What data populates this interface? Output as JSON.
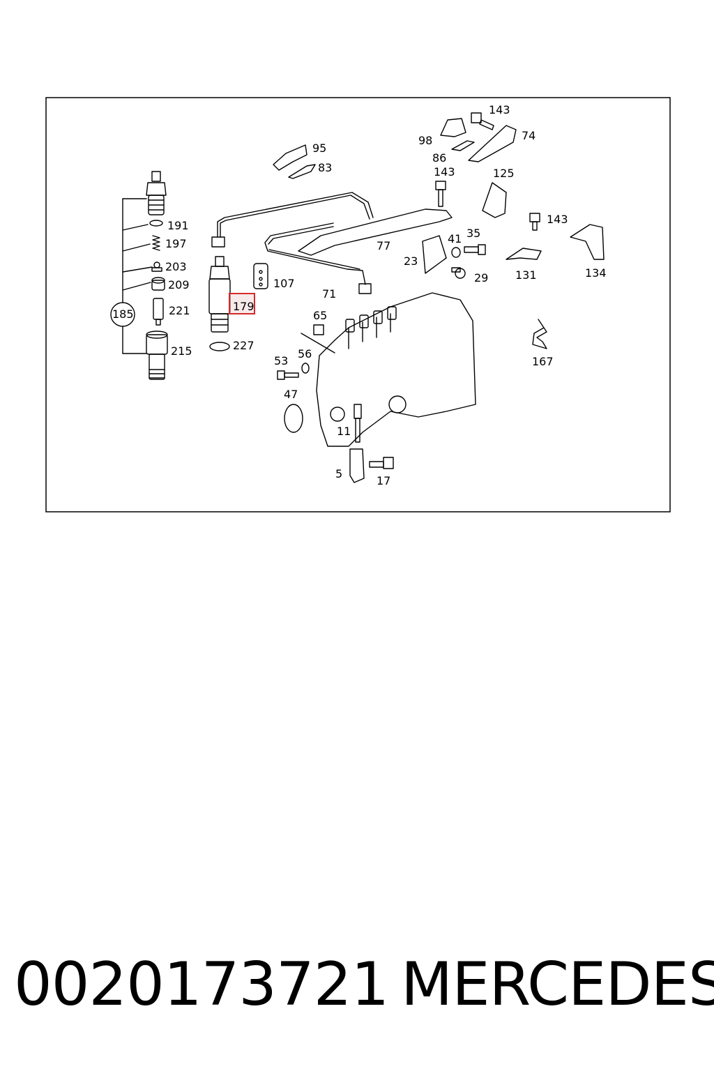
{
  "diagram": {
    "labels": [
      "143",
      "98",
      "74",
      "86",
      "95",
      "83",
      "143",
      "125",
      "191",
      "197",
      "203",
      "209",
      "221",
      "185",
      "215",
      "179",
      "107",
      "77",
      "71",
      "143",
      "41",
      "35",
      "23",
      "131",
      "134",
      "29",
      "227",
      "65",
      "56",
      "53",
      "47",
      "11",
      "5",
      "17",
      "167"
    ],
    "highlight": "179"
  },
  "footer": {
    "part_number": "0020173721",
    "brand": "MERCEDES"
  },
  "colors": {
    "highlight": "#d42a2a",
    "line": "#000000"
  }
}
